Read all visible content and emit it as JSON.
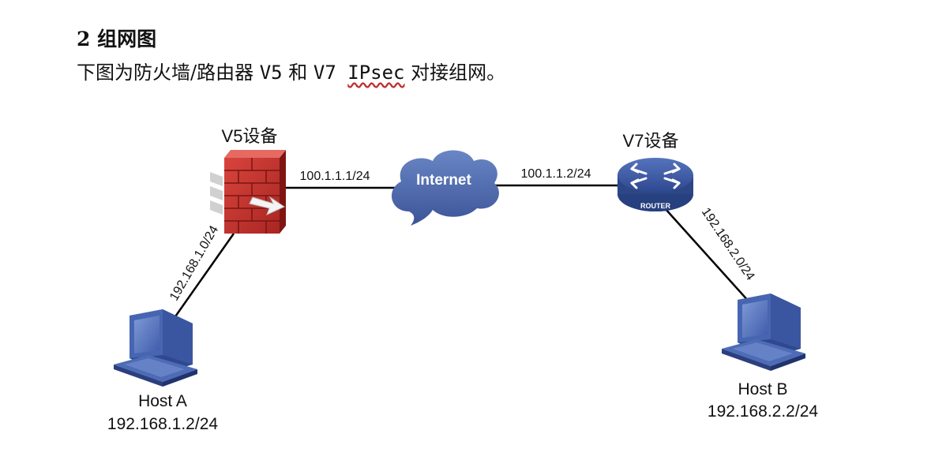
{
  "section_heading": "2 组网图",
  "intro": {
    "part1": "下图为防火墙/路由器 ",
    "v5": "V5",
    "part2": " 和 ",
    "v7": "V7",
    "ipsec": "IPsec",
    "part3": " 对接组网。"
  },
  "diagram": {
    "v5_label": "V5设备",
    "v7_label": "V7设备",
    "internet_label": "Internet",
    "router_badge": "ROUTER",
    "links": {
      "v5_internet": "100.1.1.1/24",
      "internet_v7": "100.1.1.2/24",
      "v5_hostA": "192.168.1.0/24",
      "v7_hostB": "192.168.2.0/24"
    },
    "host_a": {
      "name": "Host A",
      "ip": "192.168.1.2/24"
    },
    "host_b": {
      "name": "Host B",
      "ip": "192.168.2.2/24"
    },
    "colors": {
      "firewall": "#c8312c",
      "network_blue": "#4563a8",
      "pc_blue": "#3d5aa8"
    }
  }
}
